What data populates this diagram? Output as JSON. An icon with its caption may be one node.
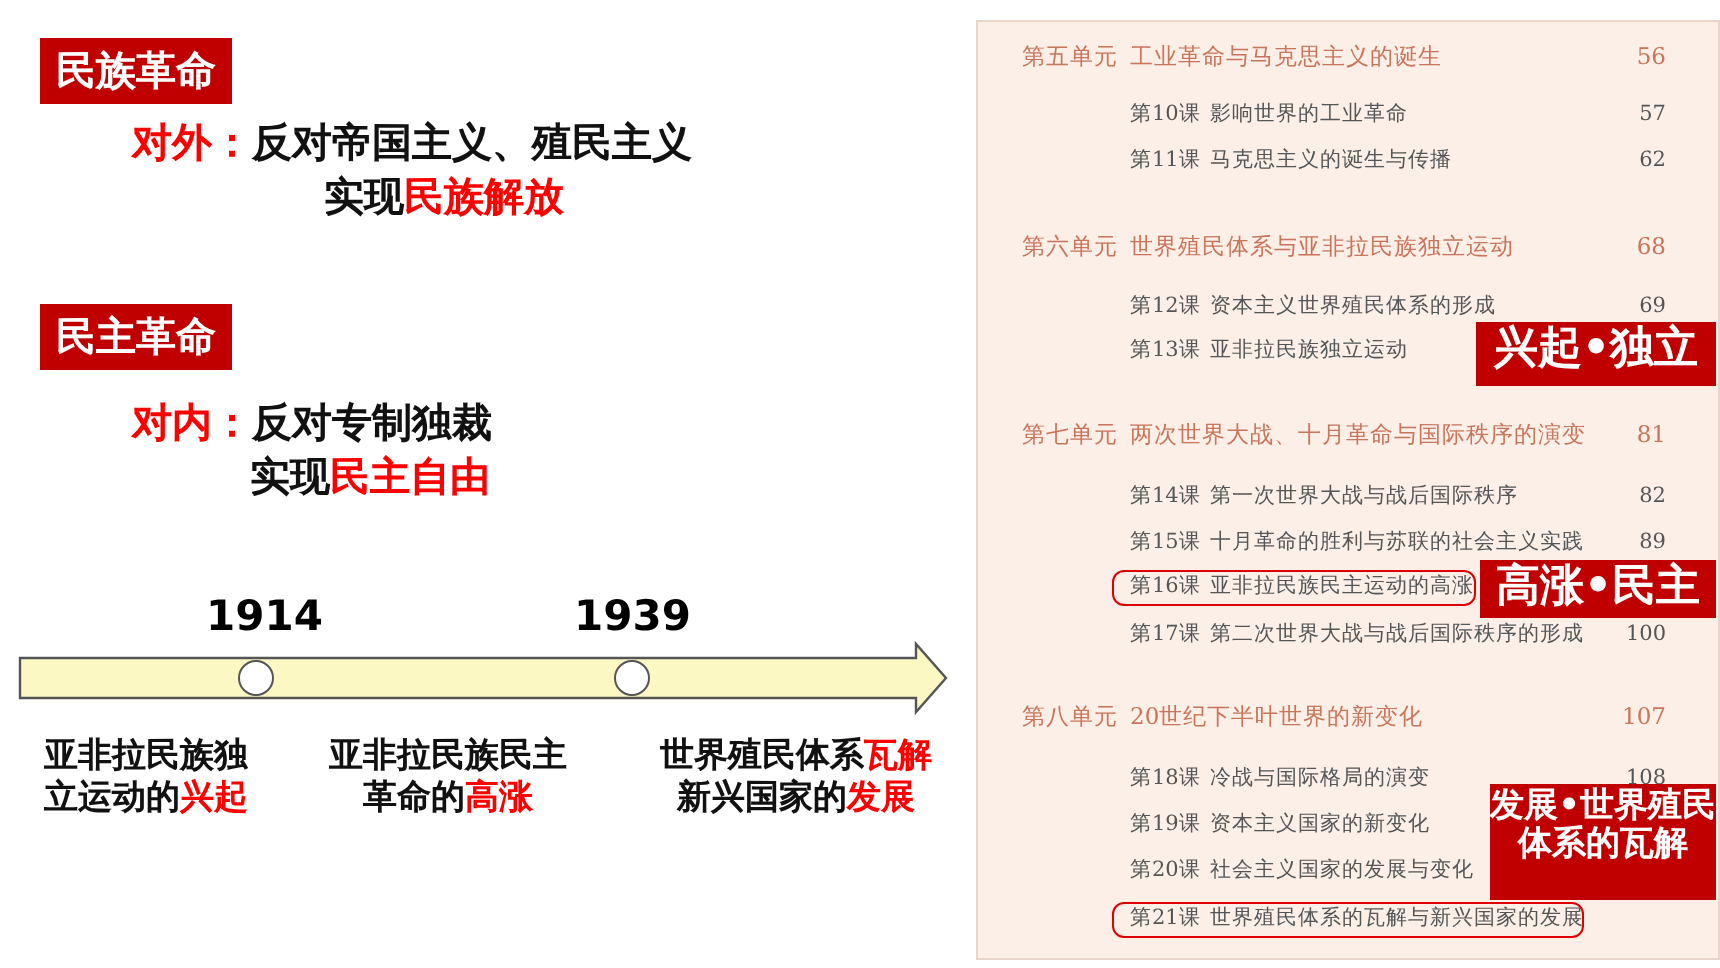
{
  "diagram": {
    "nodes": [
      {
        "text": [
          "民族革命"
        ]
      },
      {
        "text": [
          "民主革命"
        ]
      },
      {
        "text": [],
        "shape": "circle",
        "beside": [
          "1914"
        ]
      },
      {
        "text": [],
        "shape": "circle",
        "beside": [
          "1939"
        ]
      },
      {
        "text": [
          "兴起•独立"
        ]
      },
      {
        "text": [
          "高涨•民主"
        ]
      },
      {
        "text": [
          "发展•世界殖民体系的瓦解"
        ]
      },
      {
        "text": [
          "第16课",
          "亚非拉民族民主运动的高涨"
        ]
      },
      {
        "text": [
          "第21课",
          "世界殖民体系的瓦解与新兴国家的发展"
        ]
      }
    ],
    "labels": [
      "对外：",
      "反对帝国主义、殖民主义",
      "实现",
      "民族解放",
      "对内：",
      "反对专制独裁",
      "实现",
      "民主自由",
      "亚非拉民族独立运动的",
      "兴起",
      "亚非拉民族民主革命的",
      "高涨",
      "世界殖民体系",
      "瓦解",
      "新兴国家的",
      "发展",
      "第五单元",
      "工业革命与马克思主义的诞生",
      "56",
      "第10课",
      "影响世界的工业革命",
      "57",
      "第11课",
      "马克思主义的诞生与传播",
      "62",
      "第六单元",
      "世界殖民体系与亚非拉民族独立运动",
      "68",
      "第12课",
      "资本主义世界殖民体系的形成",
      "69",
      "第13课",
      "亚非拉民族独立运动",
      "第七单元",
      "两次世界大战、十月革命与国际秩序的演变",
      "81",
      "第14课",
      "第一次世界大战与战后国际秩序",
      "82",
      "第15课",
      "十月革命的胜利与苏联的社会主义实践",
      "89",
      "第17课",
      "第二次世界大战与战后国际秩序的形成",
      "100",
      "第八单元",
      "20世纪下半叶世界的新变化",
      "107",
      "第18课",
      "冷战与国际格局的演变",
      "108",
      "第19课",
      "资本主义国家的新变化",
      "第20课",
      "社会主义国家的发展与变化"
    ]
  }
}
